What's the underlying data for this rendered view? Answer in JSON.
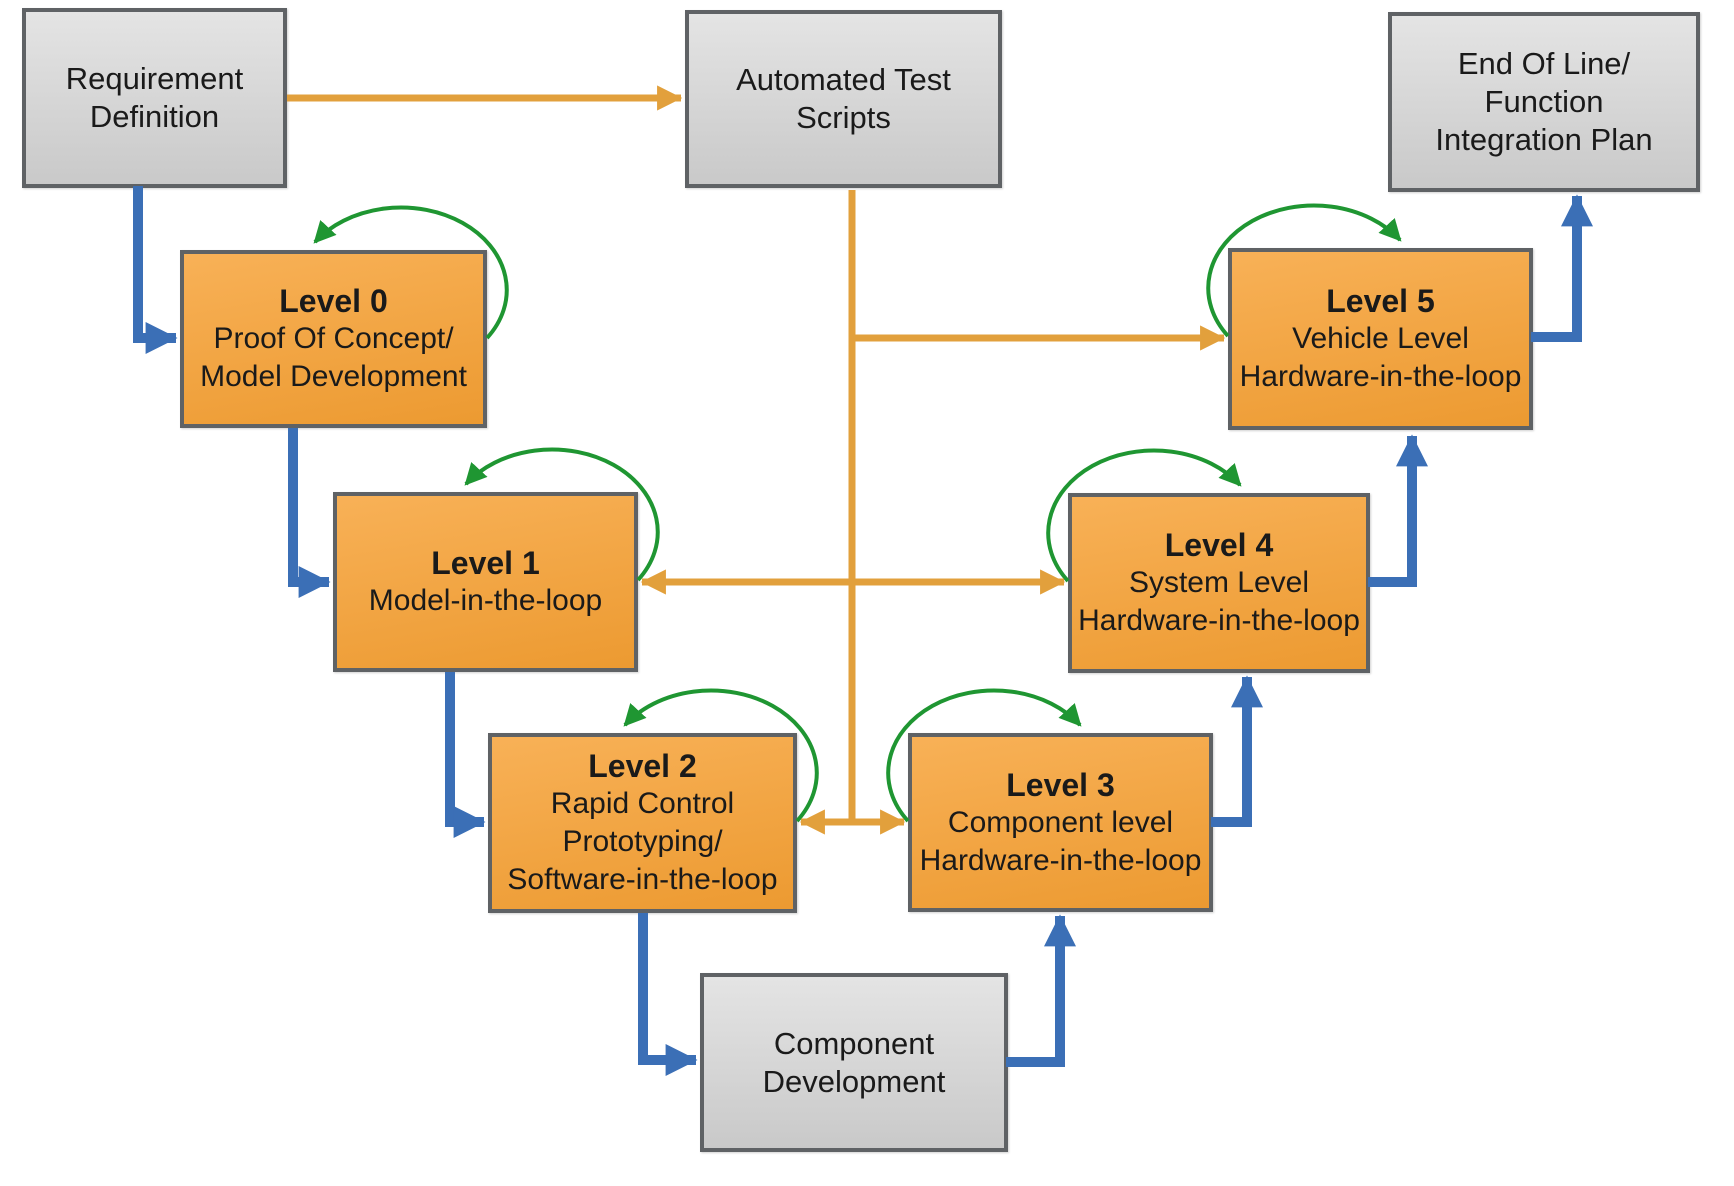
{
  "colors": {
    "process_fill_top": "#F8B157",
    "process_fill_bottom": "#EC9A31",
    "artifact_fill_top": "#E4E4E4",
    "artifact_fill_bottom": "#C9C9C9",
    "box_border": "#5F6265",
    "text_color": "#1A1A1A",
    "flow_blue": "#3B6FB6",
    "flow_orange": "#E2A03C",
    "loop_green": "#1F9632"
  },
  "nodes": {
    "requirement_definition": {
      "lines": [
        "Requirement",
        "Definition"
      ]
    },
    "automated_test_scripts": {
      "lines": [
        "Automated Test",
        "Scripts"
      ]
    },
    "end_of_line_function_integration_plan": {
      "lines": [
        "End Of Line/",
        "Function",
        "Integration Plan"
      ]
    },
    "component_development": {
      "lines": [
        "Component",
        "Development"
      ]
    },
    "level_0": {
      "title": "Level 0",
      "sub": [
        "Proof Of Concept/",
        "Model Development"
      ]
    },
    "level_1": {
      "title": "Level 1",
      "sub": [
        "Model-in-the-loop"
      ]
    },
    "level_2": {
      "title": "Level 2",
      "sub": [
        "Rapid Control",
        "Prototyping/",
        "Software-in-the-loop"
      ]
    },
    "level_3": {
      "title": "Level 3",
      "sub": [
        "Component level",
        "Hardware-in-the-loop"
      ]
    },
    "level_4": {
      "title": "Level 4",
      "sub": [
        "System Level",
        "Hardware-in-the-loop"
      ]
    },
    "level_5": {
      "title": "Level 5",
      "sub": [
        "Vehicle Level",
        "Hardware-in-the-loop"
      ]
    }
  }
}
